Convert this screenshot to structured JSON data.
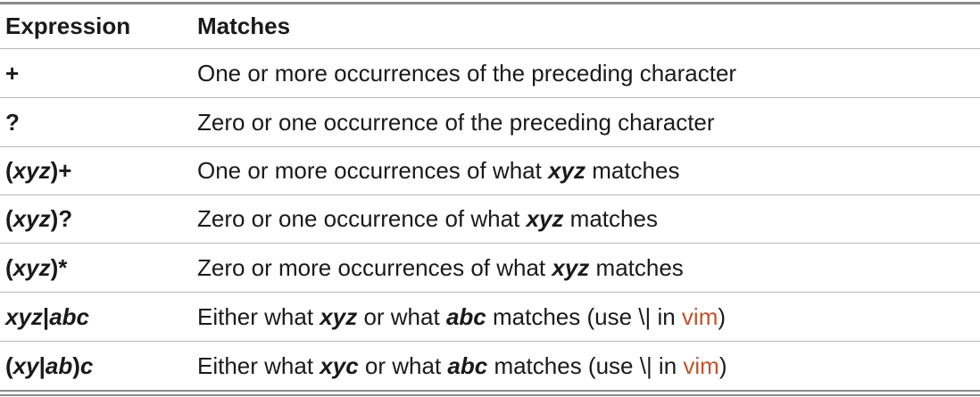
{
  "headers": {
    "expression": "Expression",
    "matches": "Matches"
  },
  "rows": [
    {
      "expr": [
        {
          "t": "+",
          "s": "b"
        }
      ],
      "desc": [
        {
          "t": "One or more occurrences of the preceding character",
          "s": "n"
        }
      ]
    },
    {
      "expr": [
        {
          "t": "?",
          "s": "b"
        }
      ],
      "desc": [
        {
          "t": "Zero or one occurrence of the preceding character",
          "s": "n"
        }
      ]
    },
    {
      "expr": [
        {
          "t": "(",
          "s": "b"
        },
        {
          "t": "xyz",
          "s": "bi"
        },
        {
          "t": ")+",
          "s": "b"
        }
      ],
      "desc": [
        {
          "t": "One or more occurrences of what ",
          "s": "n"
        },
        {
          "t": "xyz",
          "s": "bi"
        },
        {
          "t": " matches",
          "s": "n"
        }
      ]
    },
    {
      "expr": [
        {
          "t": "(",
          "s": "b"
        },
        {
          "t": "xyz",
          "s": "bi"
        },
        {
          "t": ")?",
          "s": "b"
        }
      ],
      "desc": [
        {
          "t": "Zero or one occurrence of what ",
          "s": "n"
        },
        {
          "t": "xyz",
          "s": "bi"
        },
        {
          "t": " matches",
          "s": "n"
        }
      ]
    },
    {
      "expr": [
        {
          "t": "(",
          "s": "b"
        },
        {
          "t": "xyz",
          "s": "bi"
        },
        {
          "t": ")*",
          "s": "b"
        }
      ],
      "desc": [
        {
          "t": "Zero or more occurrences of what ",
          "s": "n"
        },
        {
          "t": "xyz",
          "s": "bi"
        },
        {
          "t": " matches",
          "s": "n"
        }
      ]
    },
    {
      "expr": [
        {
          "t": "xyz",
          "s": "bi"
        },
        {
          "t": "|",
          "s": "b"
        },
        {
          "t": "abc",
          "s": "bi"
        }
      ],
      "desc": [
        {
          "t": "Either what ",
          "s": "n"
        },
        {
          "t": "xyz",
          "s": "bi"
        },
        {
          "t": " or what ",
          "s": "n"
        },
        {
          "t": "abc",
          "s": "bi"
        },
        {
          "t": " matches (use \\| in ",
          "s": "n"
        },
        {
          "t": "vim",
          "s": "a"
        },
        {
          "t": ")",
          "s": "n"
        }
      ]
    },
    {
      "expr": [
        {
          "t": "(",
          "s": "b"
        },
        {
          "t": "xy",
          "s": "bi"
        },
        {
          "t": "|",
          "s": "b"
        },
        {
          "t": "ab",
          "s": "bi"
        },
        {
          "t": ")",
          "s": "b"
        },
        {
          "t": "c",
          "s": "bi"
        }
      ],
      "desc": [
        {
          "t": "Either what ",
          "s": "n"
        },
        {
          "t": "xyc",
          "s": "bi"
        },
        {
          "t": " or what ",
          "s": "n"
        },
        {
          "t": "abc",
          "s": "bi"
        },
        {
          "t": " matches (use \\| in ",
          "s": "n"
        },
        {
          "t": "vim",
          "s": "a"
        },
        {
          "t": ")",
          "s": "n"
        }
      ]
    }
  ],
  "colors": {
    "text": "#1a1a1a",
    "accent": "#c0532a",
    "rule": "#8a8a8a",
    "row_divider": "#b8b8b8"
  }
}
